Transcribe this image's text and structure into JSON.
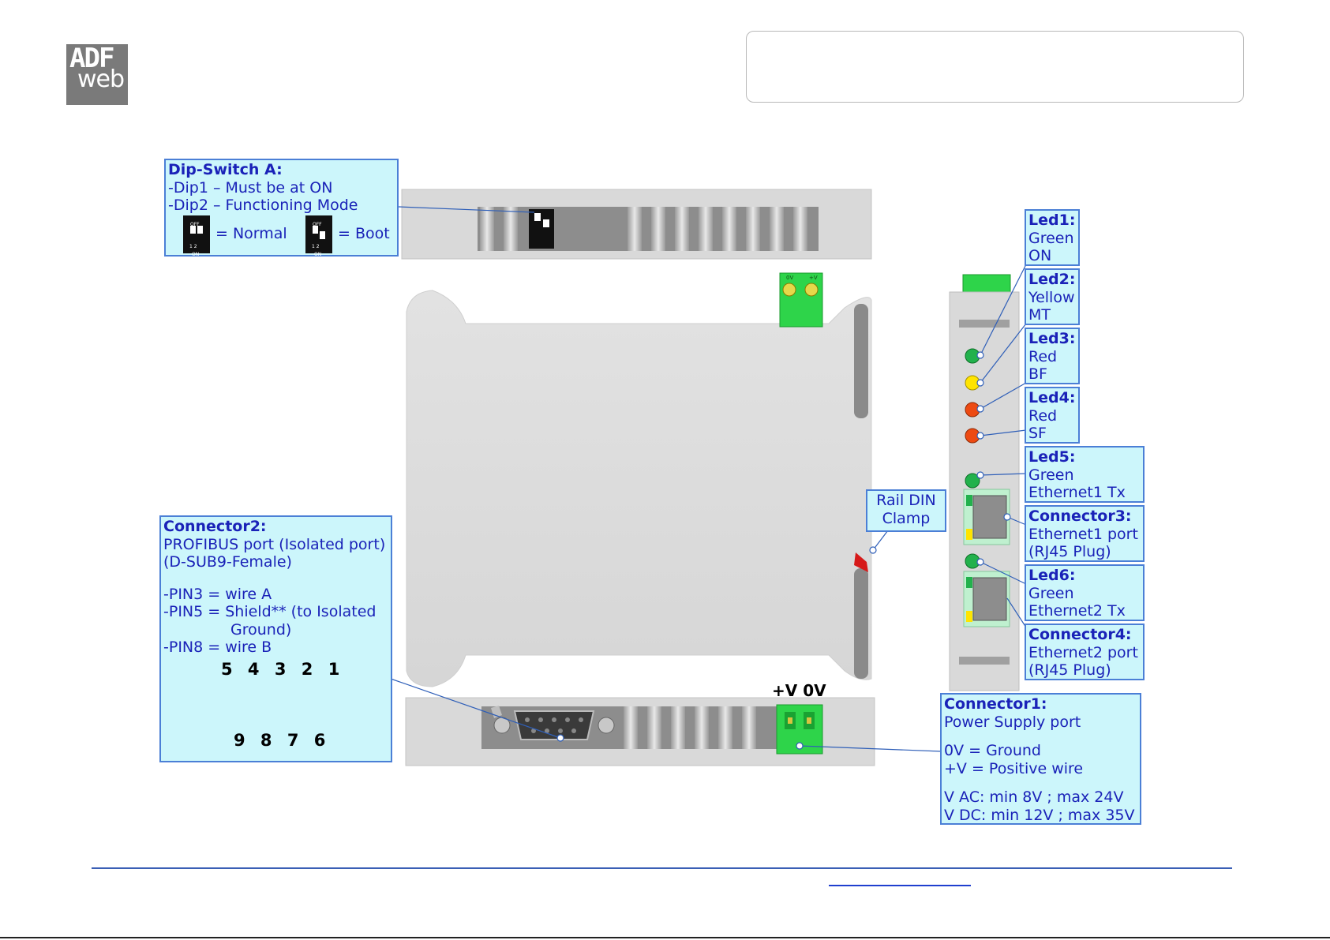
{
  "logo": {
    "line1": "ADF",
    "line2": "web"
  },
  "dip_switch": {
    "title": "Dip-Switch A:",
    "line1": "-Dip1 – Must be at ON",
    "line2": "-Dip2 – Functioning Mode",
    "normal_label": "= Normal",
    "boot_label": "= Boot",
    "switch_off": "OFF",
    "switch_on": "ON",
    "switch_nums": "1 2"
  },
  "leds": [
    {
      "title": "Led1:",
      "color": "Green",
      "function": "ON"
    },
    {
      "title": "Led2:",
      "color": "Yellow",
      "function": "MT"
    },
    {
      "title": "Led3:",
      "color": "Red",
      "function": "BF"
    },
    {
      "title": "Led4:",
      "color": "Red",
      "function": "SF"
    },
    {
      "title": "Led5:",
      "color": "Green",
      "function": "Ethernet1 Tx"
    },
    {
      "title": "Led6:",
      "color": "Green",
      "function": "Ethernet2 Tx"
    }
  ],
  "connector3": {
    "title": "Connector3:",
    "line1": "Ethernet1 port",
    "line2": "(RJ45 Plug)"
  },
  "connector4": {
    "title": "Connector4:",
    "line1": "Ethernet2 port",
    "line2": "(RJ45 Plug)"
  },
  "rail": {
    "line1": "Rail DIN",
    "line2": "Clamp"
  },
  "connector2": {
    "title": "Connector2:",
    "line1": "PROFIBUS port (Isolated port)",
    "line2": "(D-SUB9-Female)",
    "pin3": "-PIN3 = wire A",
    "pin5a": "-PIN5 = Shield** (to Isolated",
    "pin5b": "Ground)",
    "pin8": "-PIN8 = wire B",
    "top_pins": "5 4 3 2 1",
    "bottom_pins": "9 8 7 6"
  },
  "power_terminal_label": "+V 0V",
  "power_terminal_top_labels": {
    "left": "0V",
    "right": "+V"
  },
  "connector1": {
    "title": "Connector1:",
    "line1": "Power Supply port",
    "line2": "0V = Ground",
    "line3": "+V = Positive wire",
    "line4": "V AC: min 8V ; max 24V",
    "line5": "V DC: min 12V ; max 35V"
  },
  "colors": {
    "callout_bg": "#ccf6fb",
    "callout_border": "#4b7fd6",
    "callout_text": "#1a22b8",
    "led_green": "#22b14c",
    "led_yellow": "#ffe400",
    "led_red": "#ed4a12",
    "terminal_green": "#2ed44a"
  }
}
